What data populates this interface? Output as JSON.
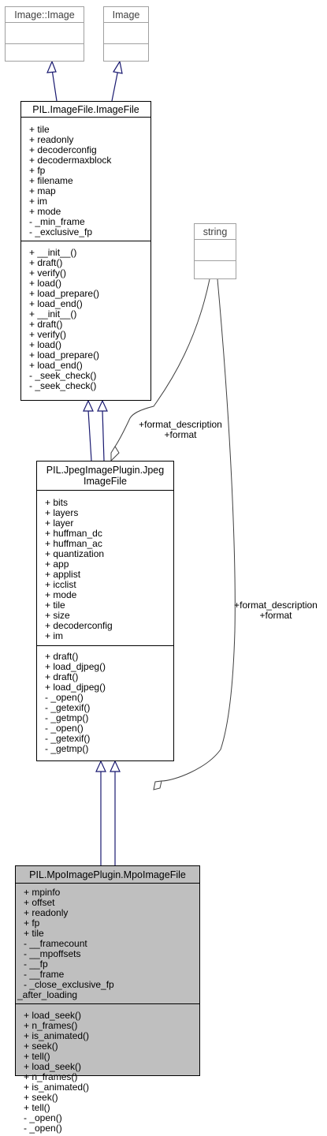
{
  "classes": {
    "image_image": {
      "name": "Image::Image",
      "attributes": [],
      "methods": []
    },
    "image": {
      "name": "Image",
      "attributes": [],
      "methods": []
    },
    "image_file": {
      "name": "PIL.ImageFile.ImageFile",
      "attributes": [
        "+ tile",
        "+ readonly",
        "+ decoderconfig",
        "+ decodermaxblock",
        "+ fp",
        "+ filename",
        "+ map",
        "+ im",
        "+ mode",
        "- _min_frame",
        "- _exclusive_fp"
      ],
      "methods": [
        "+ __init__()",
        "+ draft()",
        "+ verify()",
        "+ load()",
        "+ load_prepare()",
        "+ load_end()",
        "+ __init__()",
        "+ draft()",
        "+ verify()",
        "+ load()",
        "+ load_prepare()",
        "+ load_end()",
        "- _seek_check()",
        "- _seek_check()"
      ]
    },
    "string": {
      "name": "string",
      "attributes": [],
      "methods": []
    },
    "jpeg_image_file": {
      "name_line1": "PIL.JpegImagePlugin.Jpeg",
      "name_line2": "ImageFile",
      "attributes": [
        "+ bits",
        "+ layers",
        "+ layer",
        "+ huffman_dc",
        "+ huffman_ac",
        "+ quantization",
        "+ app",
        "+ applist",
        "+ icclist",
        "+ mode",
        "+ tile",
        "+ size",
        "+ decoderconfig",
        "+ im"
      ],
      "methods": [
        "+ draft()",
        "+ load_djpeg()",
        "+ draft()",
        "+ load_djpeg()",
        "- _open()",
        "- _getexif()",
        "- _getmp()",
        "- _open()",
        "- _getexif()",
        "- _getmp()"
      ]
    },
    "mpo_image_file": {
      "name": "PIL.MpoImagePlugin.MpoImageFile",
      "attributes": [
        "+ mpinfo",
        "+ offset",
        "+ readonly",
        "+ fp",
        "+ tile",
        "- __framecount",
        "- __mpoffsets",
        "- __fp",
        "- __frame",
        "- _close_exclusive_fp",
        "_after_loading"
      ],
      "methods": [
        "+ load_seek()",
        "+ n_frames()",
        "+ is_animated()",
        "+ seek()",
        "+ tell()",
        "+ load_seek()",
        "+ n_frames()",
        "+ is_animated()",
        "+ seek()",
        "+ tell()",
        "- _open()",
        "- _open()"
      ]
    }
  },
  "edge_labels": {
    "string_to_jpeg": [
      "+format_description",
      "+format"
    ],
    "string_to_mpo": [
      "+format_description",
      "+format"
    ]
  },
  "colors": {
    "inheritance_edge": "#191970",
    "usage_edge": "#404040",
    "gray_border": "#a0a0a0",
    "selected_fill": "#bfbfbf"
  }
}
